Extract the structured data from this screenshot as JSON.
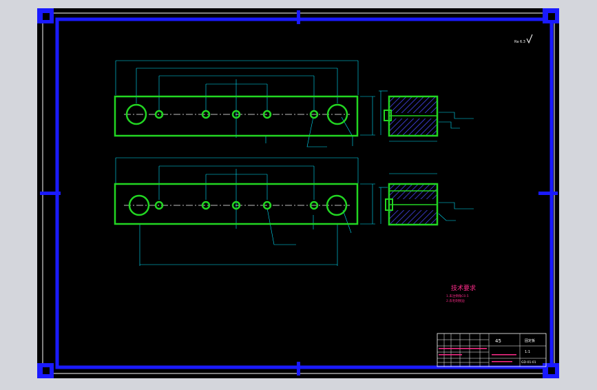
{
  "colors": {
    "background": "#000000",
    "frame": "#1a1aff",
    "outline": "#22d622",
    "dimension": "#00e5ff",
    "hatch": "#4a4aff",
    "note_text": "#ff2b8a",
    "white": "#ffffff"
  },
  "corner_mark": "Ra 6.3",
  "notes": {
    "title": "技术要求",
    "line1": "1.未注倒角C0.5",
    "line2": "2.去毛刺锐边"
  },
  "title_block": {
    "material": "45",
    "part_name": "固定板",
    "quantity": "1:1",
    "drawing_no": "GD-01-01"
  }
}
